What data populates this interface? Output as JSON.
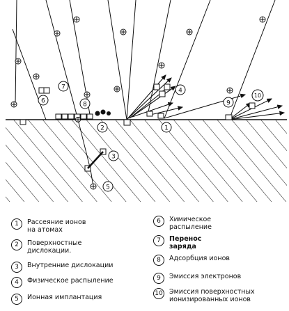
{
  "diagram": {
    "callouts": [
      "1",
      "2",
      "3",
      "4",
      "5",
      "6",
      "7",
      "8",
      "9",
      "10"
    ]
  },
  "legend": [
    {
      "n": "1",
      "text": "Рассеяние ионов\nна атомах"
    },
    {
      "n": "2",
      "text": "Поверхностные\nдислокации."
    },
    {
      "n": "3",
      "text": "Внутренние дислокации"
    },
    {
      "n": "4",
      "text": "Физическое распыление"
    },
    {
      "n": "5",
      "text": "Ионная имплантация"
    },
    {
      "n": "6",
      "text": "Химическое\nраспыление"
    },
    {
      "n": "7",
      "text": "Перенос\nзаряда"
    },
    {
      "n": "8",
      "text": "Адсорбция ионов"
    },
    {
      "n": "9",
      "text": "Эмиссия электронов"
    },
    {
      "n": "10",
      "text": "Эмиссия поверхностных\nионизированных ионов"
    }
  ]
}
